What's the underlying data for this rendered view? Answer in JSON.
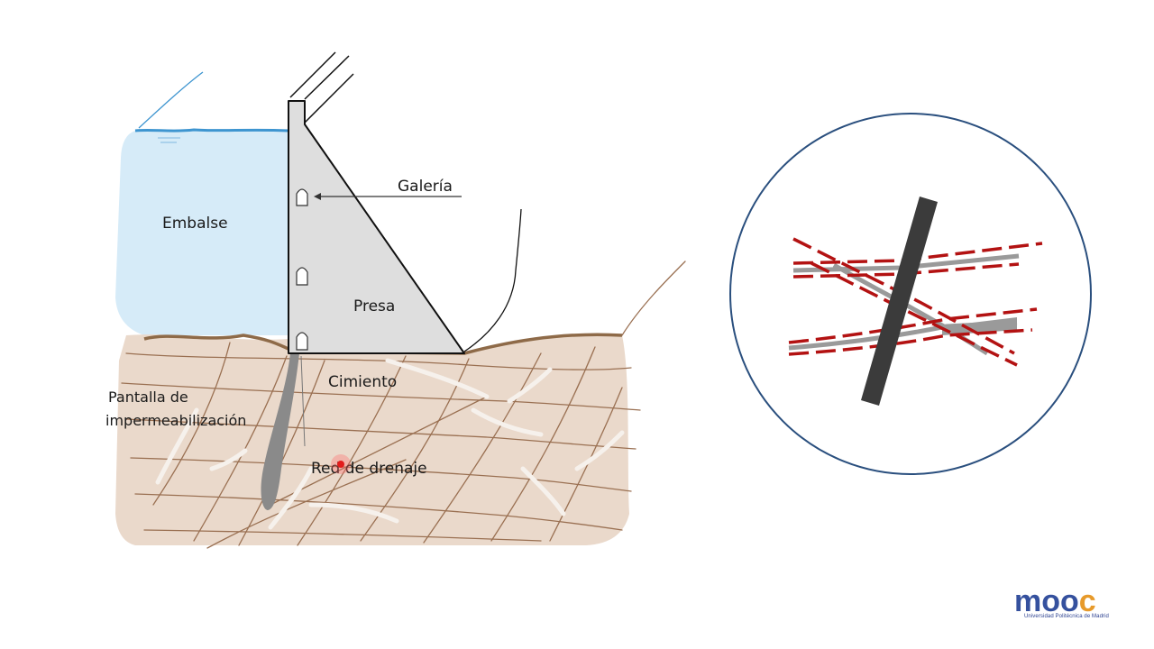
{
  "labels": {
    "embalse": "Embalse",
    "galeria": "Galería",
    "presa": "Presa",
    "cimiento": "Cimiento",
    "pantalla_line1": "Pantalla de",
    "pantalla_line2": "impermeabilización",
    "red_drenaje": "Red de drenaje"
  },
  "logo": {
    "text": "mooc",
    "subtitle": "Universidad Politécnica de Madrid"
  },
  "colors": {
    "water": "#d6ebf8",
    "water_line": "#3e95d0",
    "ground": "#ead9cb",
    "ground_top": "#8e6a48",
    "fracture": "#9a7052",
    "dam": "#dedede",
    "red_dash": "#b31212",
    "circle": "#2a4f7e",
    "logo_blue": "#35519e",
    "logo_orange": "#e79a2b"
  },
  "cursor": "red-laser-pointer-icon"
}
